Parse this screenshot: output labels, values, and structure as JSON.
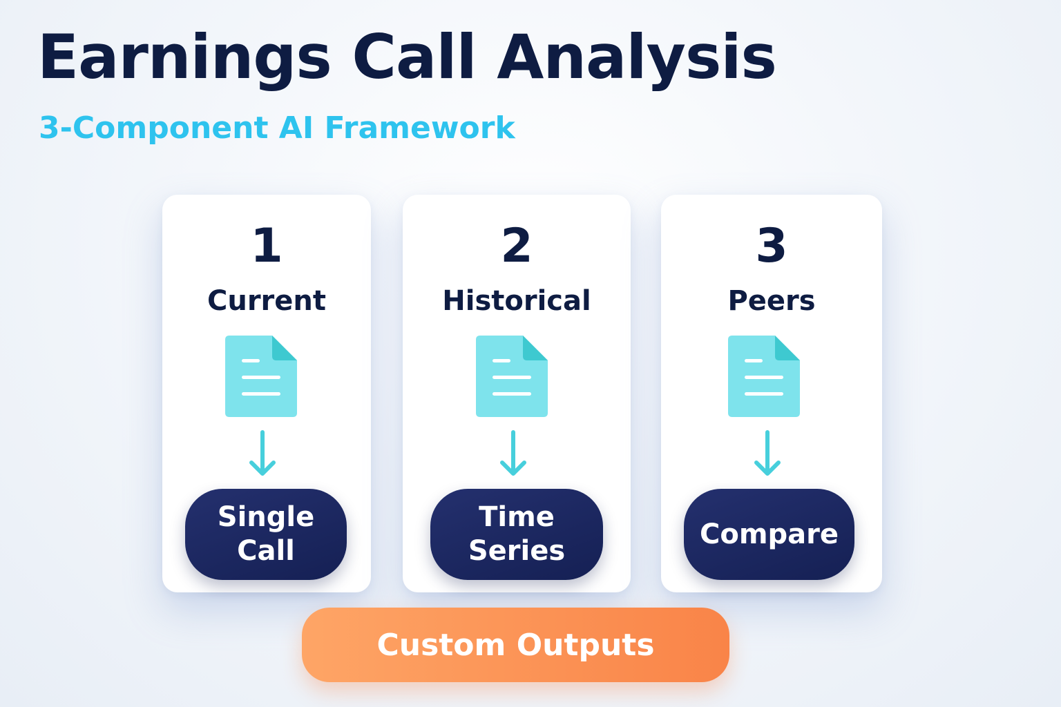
{
  "header": {
    "title": "Earnings Call Analysis",
    "subtitle": "3-Component AI Framework"
  },
  "components": [
    {
      "number": "1",
      "label": "Current",
      "icon": "document-icon",
      "output": "Single\nCall"
    },
    {
      "number": "2",
      "label": "Historical",
      "icon": "document-icon",
      "output": "Time\nSeries"
    },
    {
      "number": "3",
      "label": "Peers",
      "icon": "document-icon",
      "output": "Compare"
    }
  ],
  "footer": {
    "outputs_label": "Custom Outputs"
  },
  "colors": {
    "title": "#0e1c42",
    "subtitle": "#2ec3ee",
    "document": "#7ee3ec",
    "document_fold": "#3ec9d0",
    "arrow": "#47cfdc",
    "pill": "#1b2660",
    "outputs": "#fb9656"
  }
}
